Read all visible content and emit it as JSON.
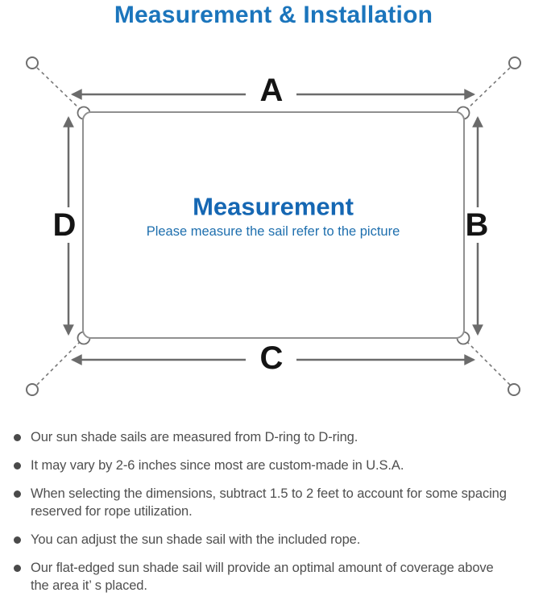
{
  "title": "Measurement & Installation",
  "diagram": {
    "heading": "Measurement",
    "subheading": "Please measure the sail refer to the picture",
    "side_labels": {
      "top": "A",
      "right": "B",
      "bottom": "C",
      "left": "D"
    }
  },
  "bullets": [
    "Our sun shade sails are measured from D-ring to D-ring.",
    "It may vary by 2-6 inches since most are custom-made in U.S.A.",
    "When selecting the dimensions, subtract 1.5 to 2 feet to account for some spacing\nreserved for rope utilization.",
    "You can adjust the sun shade sail with the included rope.",
    "Our flat-edged sun shade sail will provide an optimal amount of coverage above\nthe area it’ s placed."
  ],
  "colors": {
    "title_blue": "#1b75bc",
    "heading_blue": "#1567b3",
    "subheading_blue": "#1e6fae",
    "diagram_line_gray": "#6b6b6b",
    "sail_border_gray": "#909090",
    "body_text_gray": "#4f4f4f"
  }
}
